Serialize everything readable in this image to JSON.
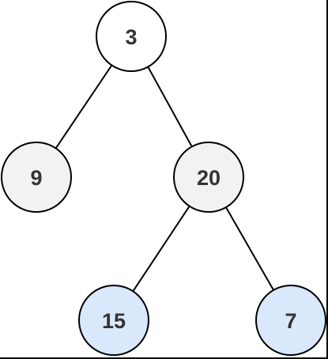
{
  "tree": {
    "nodes": [
      {
        "id": "root",
        "label": "3",
        "fill": "#ffffff"
      },
      {
        "id": "left",
        "label": "9",
        "fill": "#f2f2f2"
      },
      {
        "id": "right",
        "label": "20",
        "fill": "#f2f2f2"
      },
      {
        "id": "right-left",
        "label": "15",
        "fill": "#dae8fc"
      },
      {
        "id": "right-right",
        "label": "7",
        "fill": "#dae8fc"
      }
    ],
    "edges": [
      {
        "from": "root",
        "to": "left"
      },
      {
        "from": "root",
        "to": "right"
      },
      {
        "from": "right",
        "to": "right-left"
      },
      {
        "from": "right",
        "to": "right-right"
      }
    ],
    "stroke_color": "#000000"
  }
}
